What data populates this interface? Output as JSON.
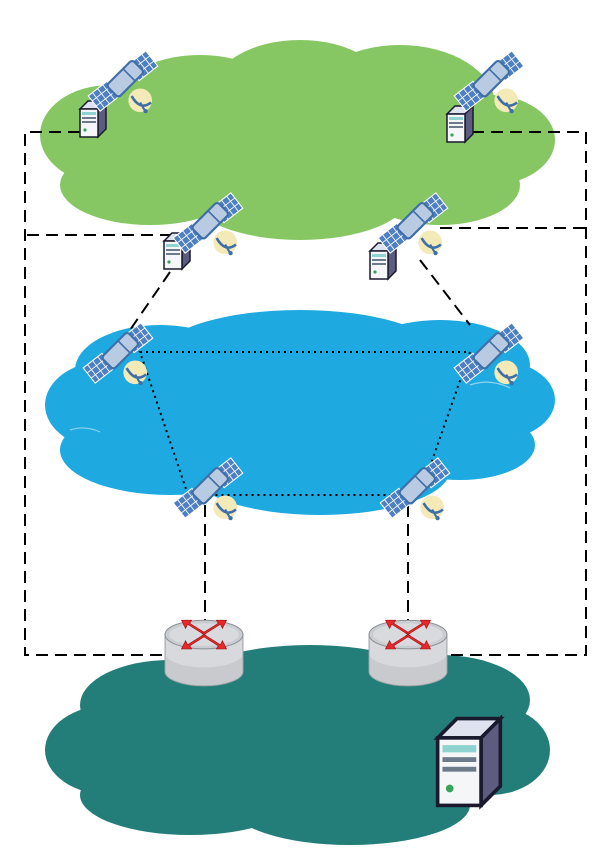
{
  "diagram": {
    "clouds": [
      {
        "id": "cloud-top",
        "layer": "upper",
        "color": "#86c764"
      },
      {
        "id": "cloud-middle",
        "layer": "middle",
        "color": "#1ea9e1"
      },
      {
        "id": "cloud-bottom",
        "layer": "ground",
        "color": "#237e7a"
      }
    ],
    "nodes": {
      "satellites": [
        "satellite-top-left",
        "satellite-top-right",
        "satellite-top-lower-left",
        "satellite-top-lower-right",
        "satellite-mid-upper-left",
        "satellite-mid-upper-right",
        "satellite-mid-lower-left",
        "satellite-mid-lower-right"
      ],
      "servers": [
        "server-top-left",
        "server-top-right",
        "server-top-lower-left",
        "server-top-lower-right",
        "server-ground"
      ],
      "routers": [
        "router-left",
        "router-right"
      ]
    },
    "icons": {
      "satellite": "satellite-icon",
      "server": "server-icon",
      "router": "router-icon"
    },
    "link_styles": {
      "inter_layer": "dashed",
      "intra_layer": "dotted",
      "stroke": "#000000"
    },
    "colors": {
      "router_arrow": "#e8282a",
      "satellite_panel": "#4d7fc4",
      "satellite_body": "#9bb5d6",
      "satellite_dish": "#f4eab8",
      "server_front": "#f4f6f8",
      "server_side": "#6c6c8a"
    }
  }
}
